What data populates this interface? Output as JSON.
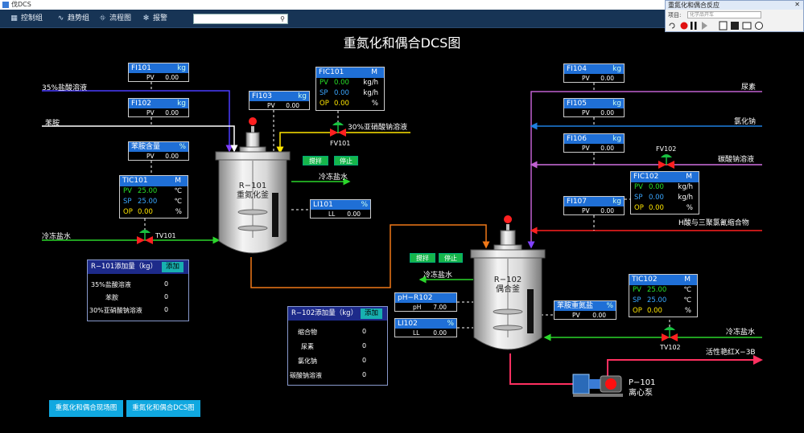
{
  "window": {
    "title": "伐DCS"
  },
  "menu": [
    {
      "icon": "▦",
      "label": "控制组"
    },
    {
      "icon": "∿",
      "label": "趋势组"
    },
    {
      "icon": "⛗",
      "label": "流程图"
    },
    {
      "icon": "✻",
      "label": "报警"
    }
  ],
  "search": {
    "icon": "⚲"
  },
  "float": {
    "title": "重氮化和偶合反应",
    "close": "✕",
    "project_label": "项目:",
    "project_value": "化学品开车"
  },
  "page_title": "重氮化和偶合DCS图",
  "streams": {
    "hcl": "35%盐酸溶液",
    "aniline": "苯胺",
    "nitrite": "30%亚硝酸钠溶液",
    "brine_in_r101": "冷冻盐水",
    "brine_out_r101": "冷冻盐水",
    "urea": "尿素",
    "nacl": "氯化钠",
    "na2co3": "碳酸钠溶液",
    "hacid": "H酸与三聚氯氰缩合物",
    "brine_out_r102": "冷冻盐水",
    "brine_in_r102": "冷冻盐水",
    "product": "活性艳红X−3B"
  },
  "fi": {
    "fi101": {
      "tag": "FI101",
      "unit": "kg",
      "pv_label": "PV",
      "pv": "0.00"
    },
    "fi102": {
      "tag": "FI102",
      "unit": "kg",
      "pv_label": "PV",
      "pv": "0.00"
    },
    "fi103": {
      "tag": "FI103",
      "unit": "kg",
      "pv_label": "PV",
      "pv": "0.00"
    },
    "aniline_amt": {
      "tag": "苯胺含量",
      "unit": "%",
      "pv_label": "PV",
      "pv": "0.00"
    },
    "li101": {
      "tag": "LI101",
      "unit": "%",
      "pv_label": "LL",
      "pv": "0.00"
    },
    "fi104": {
      "tag": "FI104",
      "unit": "kg",
      "pv_label": "PV",
      "pv": "0.00"
    },
    "fi105": {
      "tag": "FI105",
      "unit": "kg",
      "pv_label": "PV",
      "pv": "0.00"
    },
    "fi106": {
      "tag": "FI106",
      "unit": "kg",
      "pv_label": "PV",
      "pv": "0.00"
    },
    "fi107": {
      "tag": "FI107",
      "unit": "kg",
      "pv_label": "PV",
      "pv": "0.00"
    },
    "ph_r102": {
      "tag": "pH−R102",
      "unit": "",
      "pv_label": "pH",
      "pv": "7.00"
    },
    "li102": {
      "tag": "LI102",
      "unit": "%",
      "pv_label": "LL",
      "pv": "0.00"
    },
    "diazo": {
      "tag": "苯胺重氮盐",
      "unit": "%",
      "pv_label": "PV",
      "pv": "0.00"
    }
  },
  "ctl": {
    "fic101": {
      "tag": "FIC101",
      "mode": "M",
      "pv": "0.00",
      "pv_u": "kg/h",
      "sp": "0.00",
      "sp_u": "kg/h",
      "op": "0.00",
      "op_u": "%"
    },
    "tic101": {
      "tag": "TIC101",
      "mode": "M",
      "pv": "25.00",
      "pv_u": "℃",
      "sp": "25.00",
      "sp_u": "℃",
      "op": "0.00",
      "op_u": "%"
    },
    "fic102": {
      "tag": "FIC102",
      "mode": "M",
      "pv": "0.00",
      "pv_u": "kg/h",
      "sp": "0.00",
      "sp_u": "kg/h",
      "op": "0.00",
      "op_u": "%"
    },
    "tic102": {
      "tag": "TIC102",
      "mode": "M",
      "pv": "25.00",
      "pv_u": "℃",
      "sp": "25.00",
      "sp_u": "℃",
      "op": "0.00",
      "op_u": "%"
    }
  },
  "labels": {
    "pv": "PV",
    "sp": "SP",
    "op": "OP"
  },
  "valves": {
    "fv101": "FV101",
    "tv101": "TV101",
    "fv102": "FV102",
    "tv102": "TV102"
  },
  "r101": {
    "name": "R−101",
    "desc": "重氮化釜",
    "stir": "搅拌",
    "stop": "停止"
  },
  "r102": {
    "name": "R−102",
    "desc": "偶合釜",
    "stir": "搅拌",
    "stop": "停止"
  },
  "pump": {
    "name": "P−101",
    "desc": "离心泵"
  },
  "add101": {
    "title": "R−101添加量（kg）",
    "button": "添加",
    "items": [
      {
        "name": "35%盐酸溶液",
        "value": "0"
      },
      {
        "name": "苯胺",
        "value": "0"
      },
      {
        "name": "30%亚硝酸钠溶液",
        "value": "0"
      }
    ]
  },
  "add102": {
    "title": "R−102添加量（kg）",
    "button": "添加",
    "items": [
      {
        "name": "缩合物",
        "value": "0"
      },
      {
        "name": "尿素",
        "value": "0"
      },
      {
        "name": "氯化钠",
        "value": "0"
      },
      {
        "name": "碳酸钠溶液",
        "value": "0"
      }
    ]
  },
  "nav": {
    "site": "重氮化和偶合现场图",
    "dcs": "重氮化和偶合DCS图"
  },
  "colors": {
    "hcl": "#4a3cff",
    "aniline": "#ffffff",
    "nitrite": "#ffe600",
    "brine": "#2bd62b",
    "urea": "#c060d0",
    "nacl": "#1e7fe0",
    "na2co3": "#d070e0",
    "hacid": "#ff2020",
    "transfer": "#f07818",
    "product": "#ff3060"
  }
}
